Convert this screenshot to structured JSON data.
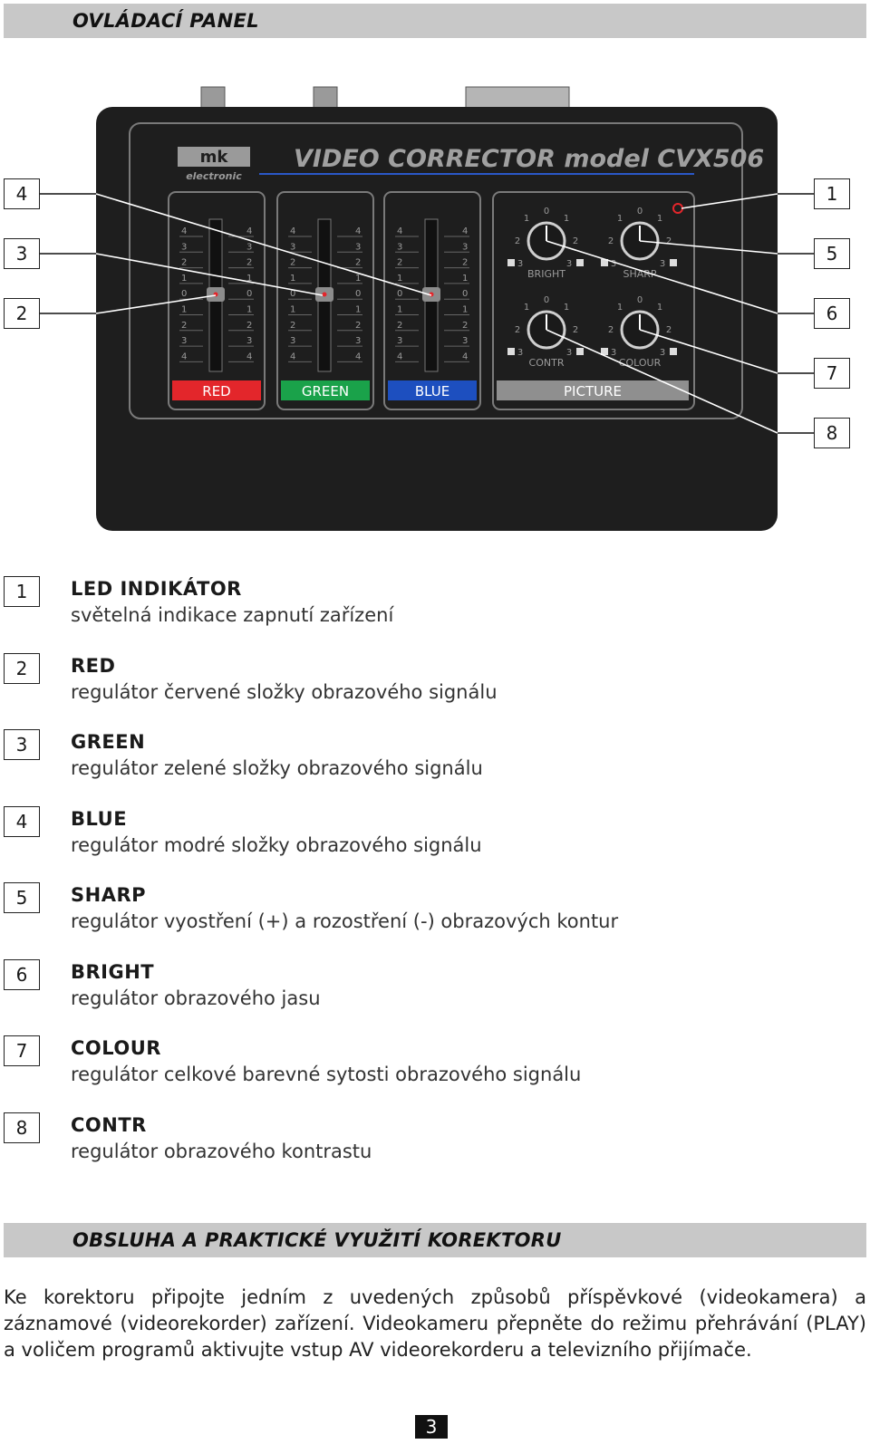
{
  "header_title": "OVLÁDACÍ PANEL",
  "device": {
    "title": "VIDEO CORRECTOR model CVX506",
    "brand_line1": "mk",
    "brand_line2": "electronic",
    "slider_scale": [
      "4",
      "3",
      "2",
      "1",
      "0",
      "1",
      "2",
      "3",
      "4"
    ],
    "channels": [
      {
        "label": "RED",
        "color": "#e3262b"
      },
      {
        "label": "GREEN",
        "color": "#1aa24a"
      },
      {
        "label": "BLUE",
        "color": "#1d4fbf"
      }
    ],
    "picture_label": "PICTURE",
    "knob_scale": {
      "top": "0",
      "near": "1",
      "mid": "2",
      "low": "3"
    },
    "knobs": [
      {
        "label": "BRIGHT"
      },
      {
        "label": "SHARP"
      },
      {
        "label": "CONTR"
      },
      {
        "label": "COLOUR"
      }
    ],
    "body_color": "#1e1e1e",
    "led_color": "#e3262b"
  },
  "callouts_left": [
    "4",
    "3",
    "2"
  ],
  "callouts_right": [
    "1",
    "5",
    "6",
    "7",
    "8"
  ],
  "legend": [
    {
      "num": "1",
      "title": "LED INDIKÁTOR",
      "desc": "světelná indikace zapnutí zařízení"
    },
    {
      "num": "2",
      "title": "RED",
      "desc": "regulátor červené složky obrazového signálu"
    },
    {
      "num": "3",
      "title": "GREEN",
      "desc": "regulátor zelené složky obrazového signálu"
    },
    {
      "num": "4",
      "title": "BLUE",
      "desc": "regulátor modré složky obrazového signálu"
    },
    {
      "num": "5",
      "title": "SHARP",
      "desc": "regulátor vyostření (+) a rozostření (-) obrazových kontur"
    },
    {
      "num": "6",
      "title": "BRIGHT",
      "desc": "regulátor obrazového jasu"
    },
    {
      "num": "7",
      "title": "COLOUR",
      "desc": "regulátor celkové barevné sytosti obrazového signálu"
    },
    {
      "num": "8",
      "title": "CONTR",
      "desc": "regulátor obrazového kontrastu"
    }
  ],
  "section2_title": "OBSLUHA A PRAKTICKÉ VYUŽITÍ KOREKTORU",
  "body_text": "Ke korektoru připojte jedním z uvedených způsobů příspěvkové (videokamera) a záznamové (videorekorder) zařízení. Videokameru přepněte do režimu přehrávání (PLAY) a voličem programů aktivujte vstup AV videorekorderu a televizního přijímače.",
  "page_number": "3"
}
